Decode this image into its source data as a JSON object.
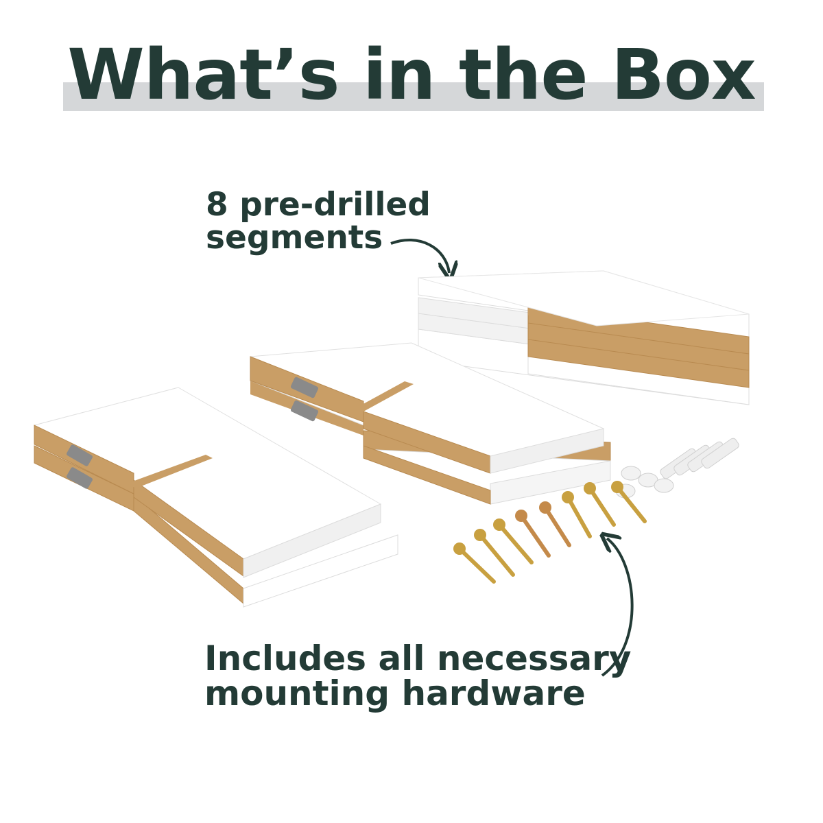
{
  "title": "What’s in the Box",
  "segments_caption": {
    "line1": "8 pre-drilled",
    "line2": "segments"
  },
  "hardware_caption": {
    "line1": "Includes all necessary",
    "line2": "mounting hardware"
  },
  "colors": {
    "title_text": "#233b36",
    "title_band": "#d5d7d9",
    "panel_face": "#ffffff",
    "mdf_edge": "#c99e66",
    "screw_gold": "#c8a040",
    "anchor": "#eeeeee"
  }
}
